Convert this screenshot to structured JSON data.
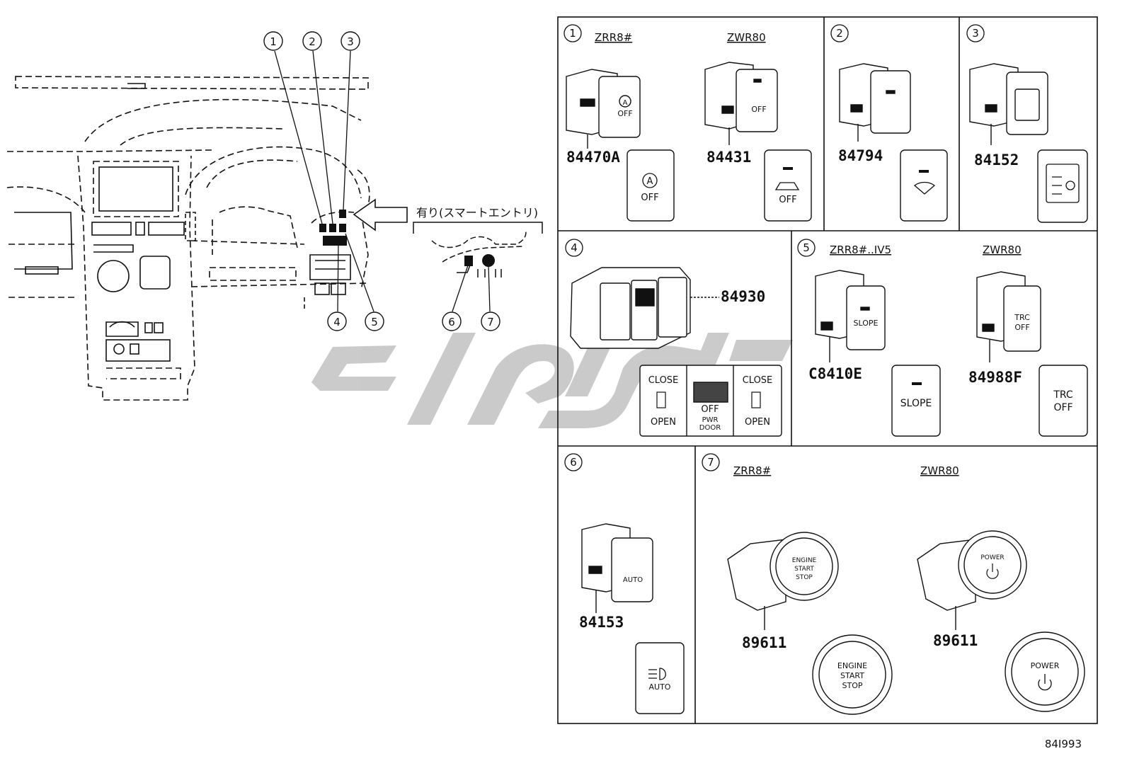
{
  "callouts": [
    "1",
    "2",
    "3",
    "4",
    "5",
    "6",
    "7"
  ],
  "smart_entry_note": "有り(スマートエントリ)",
  "diagram_code": "84I993",
  "panels": {
    "p1": {
      "num": "1",
      "model_a": "ZRR8#",
      "model_b": "ZWR80",
      "part_a": "84470A",
      "part_b": "84431",
      "face_a": "OFF",
      "face_a_icon": "A",
      "face_b": "OFF"
    },
    "p2": {
      "num": "2",
      "part": "84794"
    },
    "p3": {
      "num": "3",
      "part": "84152"
    },
    "p4": {
      "num": "4",
      "part": "84930",
      "close_l": "CLOSE",
      "open_l": "OPEN",
      "off": "OFF",
      "pwr": "PWR",
      "door": "DOOR",
      "close_r": "CLOSE",
      "open_r": "OPEN"
    },
    "p5": {
      "num": "5",
      "model_a": "ZRR8#..IV5",
      "model_b": "ZWR80",
      "part_a": "C8410E",
      "part_b": "84988F",
      "face_a": "SLOPE",
      "face_b_1": "TRC",
      "face_b_2": "OFF"
    },
    "p6": {
      "num": "6",
      "part": "84153",
      "face": "AUTO"
    },
    "p7": {
      "num": "7",
      "model_a": "ZRR8#",
      "model_b": "ZWR80",
      "part_a": "89611",
      "part_b": "89611",
      "face_a_1": "ENGINE",
      "face_a_2": "START",
      "face_a_3": "STOP",
      "face_b": "POWER"
    }
  },
  "watermark_color": "#c8c8c8"
}
